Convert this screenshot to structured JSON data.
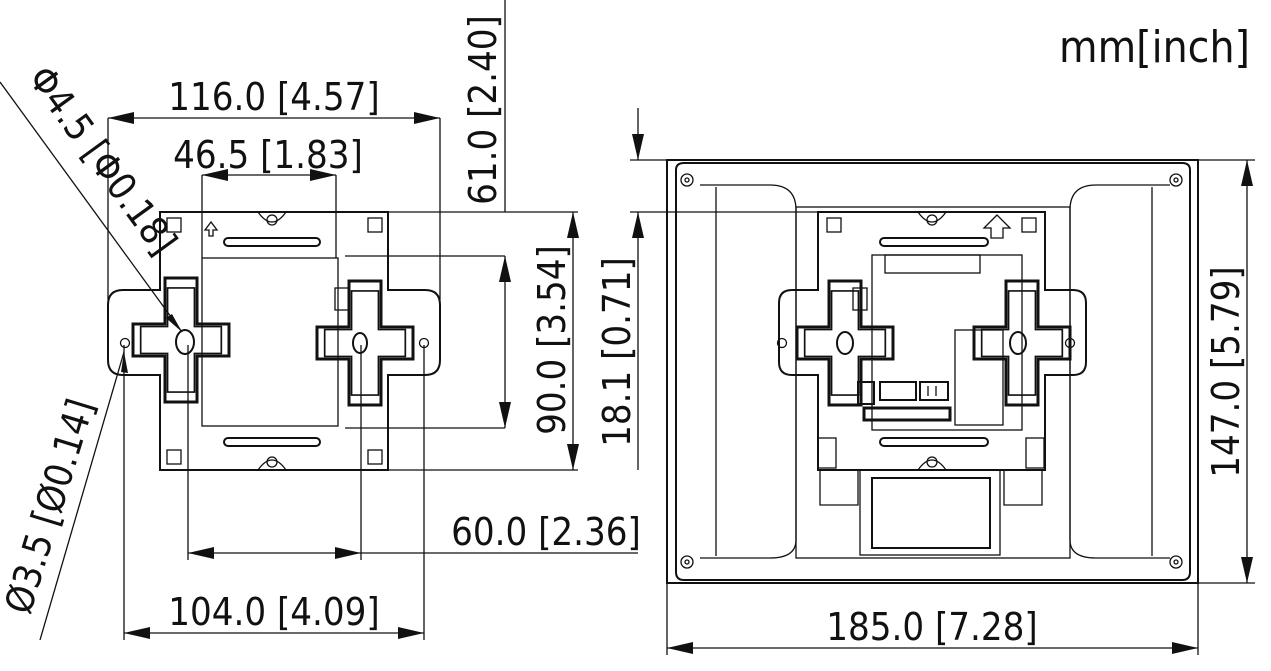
{
  "units_label": "mm[inch]",
  "dimensions": {
    "plate_width": "116.0 [4.57]",
    "hole_spacing": "46.5 [1.83]",
    "vertical_offset": "61.0 [2.40]",
    "plate_height": "90.0 [3.54]",
    "top_offset": "18.1 [0.71]",
    "horizontal_spacing": "60.0 [2.36]",
    "bottom_width": "104.0 [4.09]",
    "large_hole_dia": "Φ4.5 [Φ0.18]",
    "small_hole_dia": "Ø3.5 [Ø0.14]",
    "device_width": "185.0 [7.28]",
    "device_height": "147.0 [5.79]"
  },
  "colors": {
    "line": "#111111",
    "background": "#ffffff"
  }
}
